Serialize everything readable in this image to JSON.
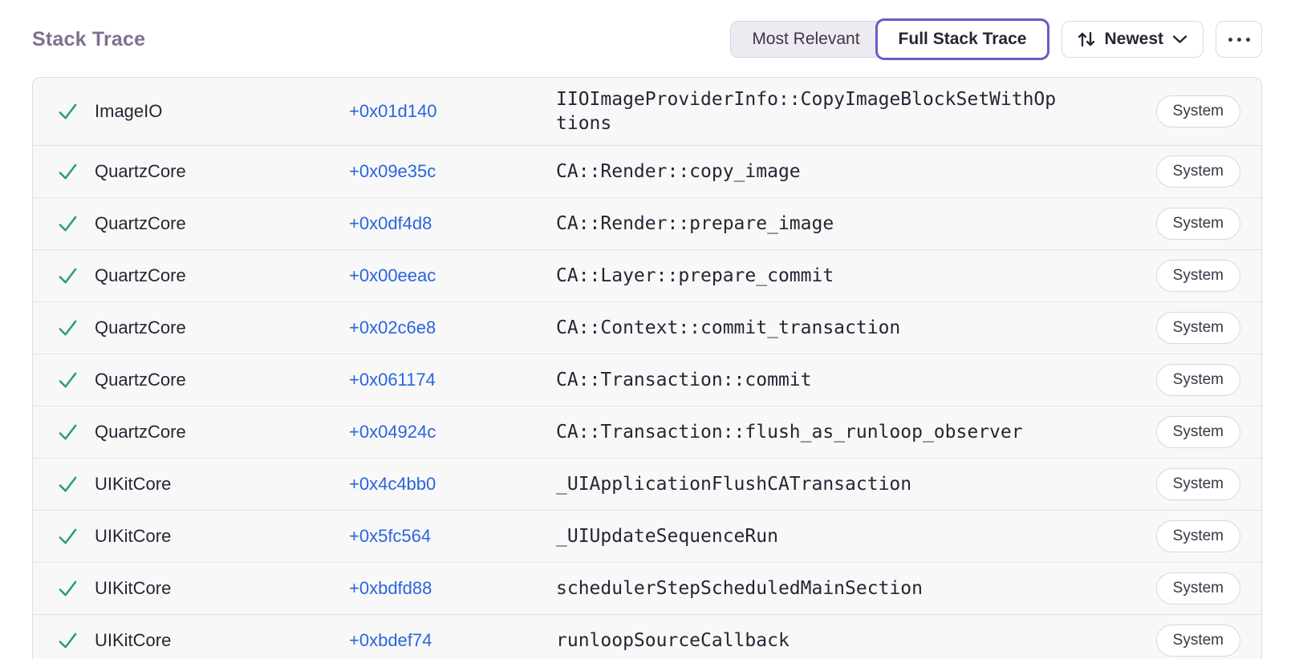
{
  "page_title": "Stack Trace",
  "toolbar": {
    "view_segments": [
      {
        "label": "Most Relevant",
        "selected": false
      },
      {
        "label": "Full Stack Trace",
        "selected": true
      }
    ],
    "sort_button": {
      "label": "Newest"
    }
  },
  "icons": {
    "status_check": "checkmark",
    "sort_arrows": "up-down-arrows",
    "chevron_down": "chevron-down",
    "ellipsis": "three-dots"
  },
  "colors": {
    "accent_purple": "#6a5bc6",
    "link_blue": "#2a65dd",
    "success_green": "#28a06e",
    "title_gray": "#80708f",
    "text_dark": "#2b2233",
    "row_bg": "#f8f8f9",
    "row_border": "#e4e2e8"
  },
  "table": {
    "rows": [
      {
        "module": "ImageIO",
        "offset": "+0x01d140",
        "function": "IIOImageProviderInfo::CopyImageBlockSetWithOptions",
        "badge": "System"
      },
      {
        "module": "QuartzCore",
        "offset": "+0x09e35c",
        "function": "CA::Render::copy_image",
        "badge": "System"
      },
      {
        "module": "QuartzCore",
        "offset": "+0x0df4d8",
        "function": "CA::Render::prepare_image",
        "badge": "System"
      },
      {
        "module": "QuartzCore",
        "offset": "+0x00eeac",
        "function": "CA::Layer::prepare_commit",
        "badge": "System"
      },
      {
        "module": "QuartzCore",
        "offset": "+0x02c6e8",
        "function": "CA::Context::commit_transaction",
        "badge": "System"
      },
      {
        "module": "QuartzCore",
        "offset": "+0x061174",
        "function": "CA::Transaction::commit",
        "badge": "System"
      },
      {
        "module": "QuartzCore",
        "offset": "+0x04924c",
        "function": "CA::Transaction::flush_as_runloop_observer",
        "badge": "System"
      },
      {
        "module": "UIKitCore",
        "offset": "+0x4c4bb0",
        "function": "_UIApplicationFlushCATransaction",
        "badge": "System"
      },
      {
        "module": "UIKitCore",
        "offset": "+0x5fc564",
        "function": "_UIUpdateSequenceRun",
        "badge": "System"
      },
      {
        "module": "UIKitCore",
        "offset": "+0xbdfd88",
        "function": "schedulerStepScheduledMainSection",
        "badge": "System"
      },
      {
        "module": "UIKitCore",
        "offset": "+0xbdef74",
        "function": "runloopSourceCallback",
        "badge": "System"
      }
    ]
  }
}
